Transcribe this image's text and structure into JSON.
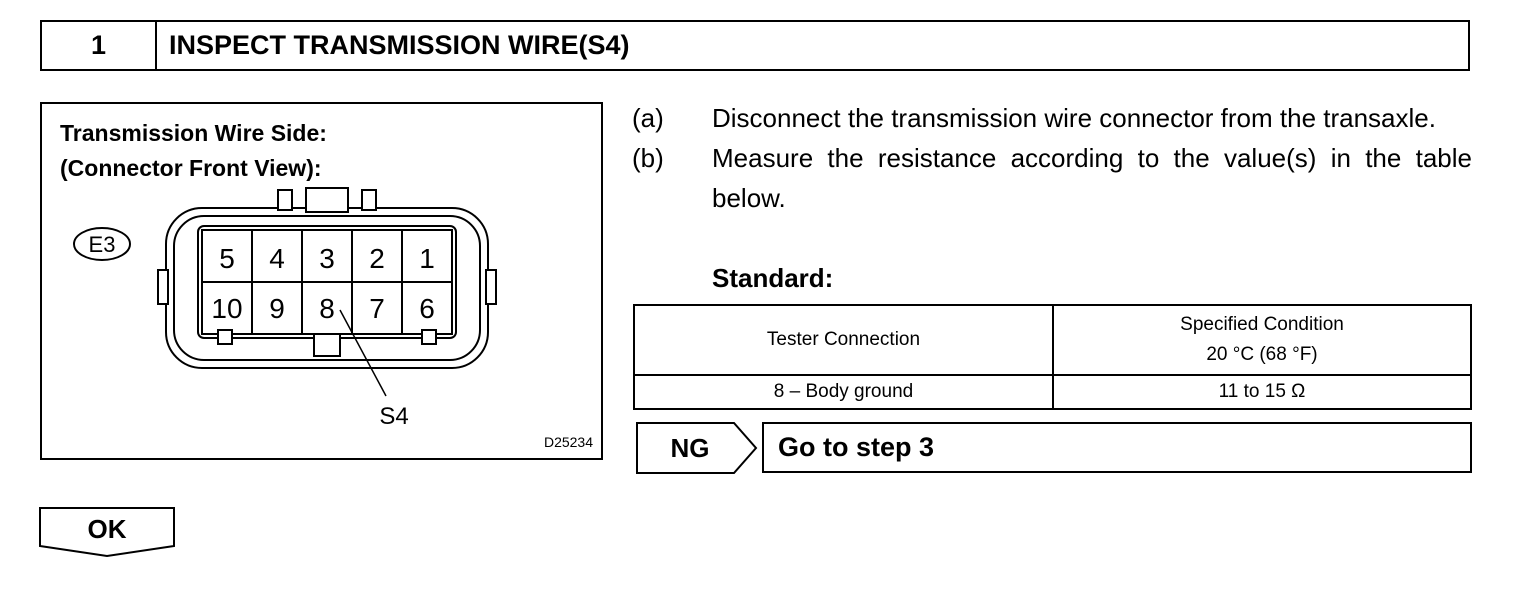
{
  "step": {
    "number": "1",
    "title": "INSPECT TRANSMISSION WIRE(S4)"
  },
  "figure": {
    "title_line1": "Transmission Wire Side:",
    "title_line2": "(Connector Front View):",
    "connector_id": "E3",
    "pins_top": [
      "5",
      "4",
      "3",
      "2",
      "1"
    ],
    "pins_bottom": [
      "10",
      "9",
      "8",
      "7",
      "6"
    ],
    "pin_callout": "S4",
    "figure_code": "D25234"
  },
  "instructions": [
    {
      "letter": "(a)",
      "text": "Disconnect the transmission wire connector from the transaxle."
    },
    {
      "letter": "(b)",
      "text": "Measure the resistance according to the value(s) in the table below."
    }
  ],
  "standard_label": "Standard:",
  "spec_table": {
    "header_col1": "Tester Connection",
    "header_col2_line1": "Specified Condition",
    "header_col2_line2": "20 °C (68 °F)",
    "rows": [
      {
        "connection": "8 – Body ground",
        "condition": "11 to 15 Ω"
      }
    ]
  },
  "ng": {
    "label": "NG",
    "target": "Go to step 3"
  },
  "ok": {
    "label": "OK"
  }
}
